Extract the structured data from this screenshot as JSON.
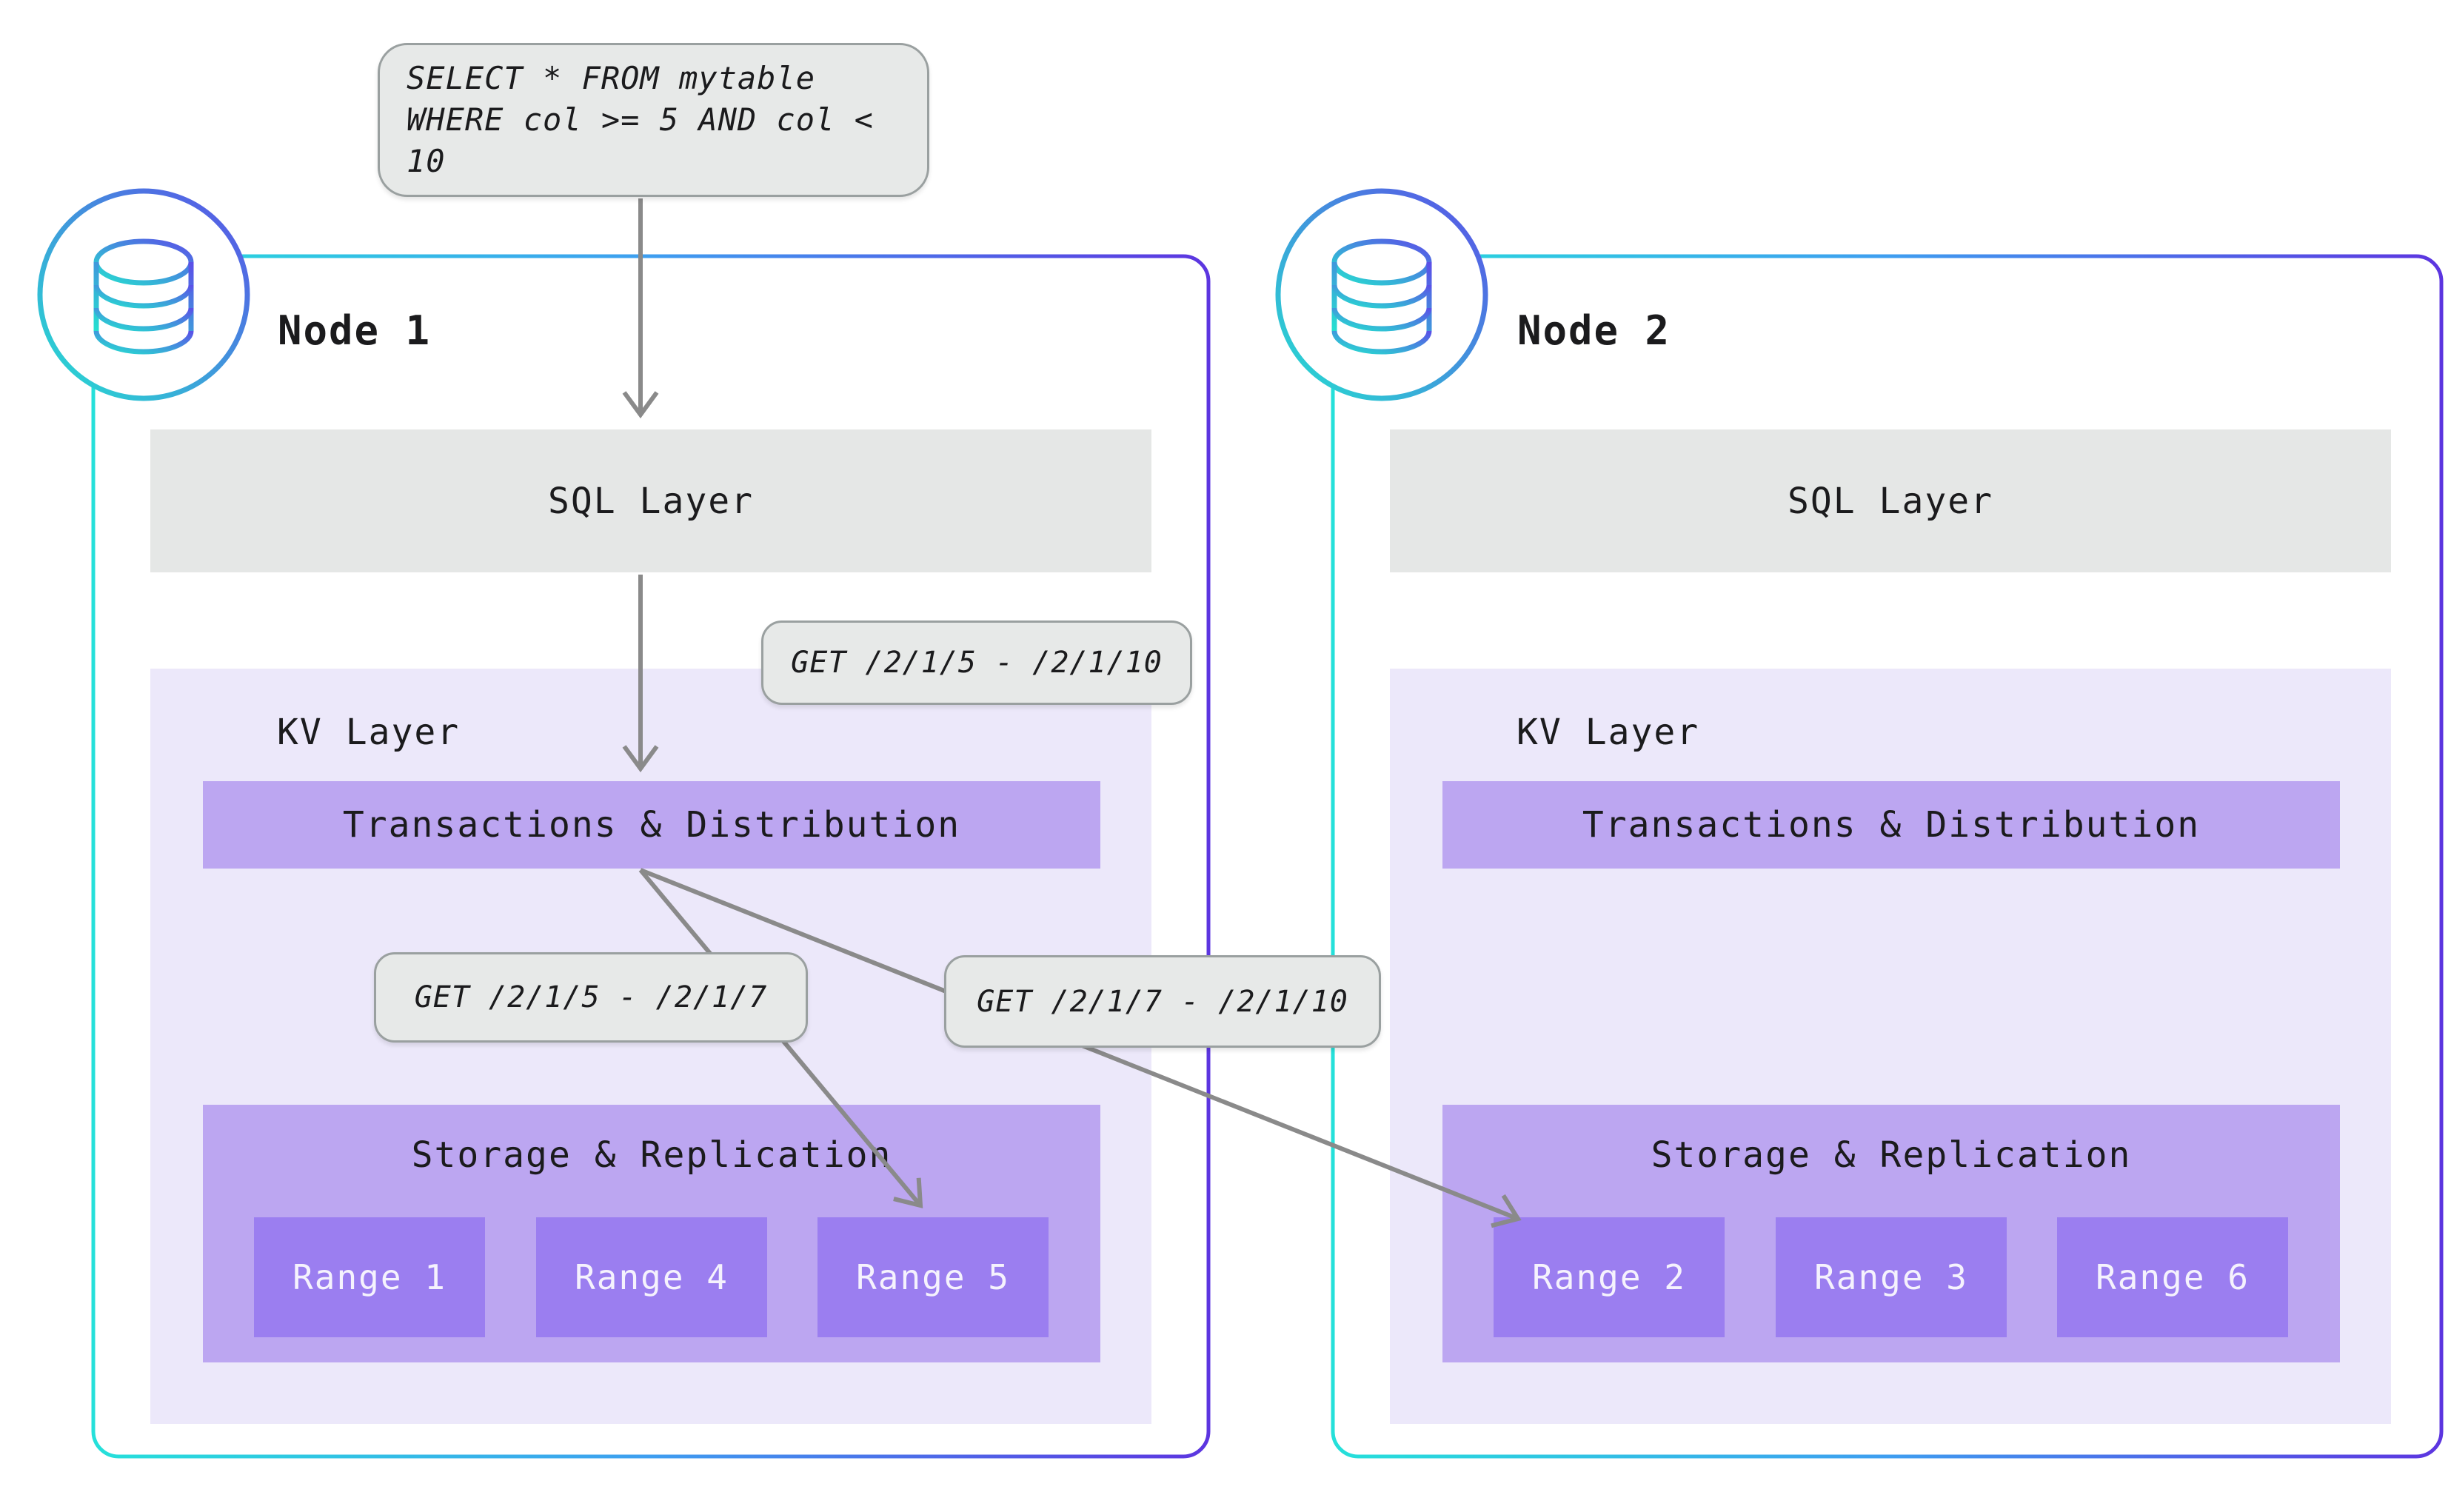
{
  "query": {
    "line1": "SELECT * FROM mytable",
    "line2": "WHERE col >= 5 AND col < 10"
  },
  "get_labels": {
    "full": "GET /2/1/5 - /2/1/10",
    "left": "GET /2/1/5 - /2/1/7",
    "right": "GET /2/1/7 - /2/1/10"
  },
  "nodes": [
    {
      "title": "Node 1",
      "sql_layer": "SQL Layer",
      "kv_layer": "KV Layer",
      "transactions": "Transactions & Distribution",
      "storage": "Storage & Replication",
      "ranges": [
        "Range 1",
        "Range 4",
        "Range 5"
      ]
    },
    {
      "title": "Node 2",
      "sql_layer": "SQL Layer",
      "kv_layer": "KV Layer",
      "transactions": "Transactions & Distribution",
      "storage": "Storage & Replication",
      "ranges": [
        "Range 2",
        "Range 3",
        "Range 6"
      ]
    }
  ],
  "colors": {
    "node_border_start": "#25e0da",
    "node_border_mid": "#3e9ef0",
    "node_border_end": "#5c35e0",
    "icon_grad_start": "#25e0d0",
    "icon_grad_end": "#5b4fe8",
    "sql_layer_fill": "#e5e7e6",
    "kv_fill": "#ece8fa",
    "block_fill": "#bca6f1",
    "range_fill": "#9b7ef0",
    "range_text": "#f5f2fd",
    "bubble_fill": "#e7e9e8",
    "bubble_border": "#9aa0a0",
    "arrow": "#8a8a8a",
    "text": "#1b1b1d"
  }
}
